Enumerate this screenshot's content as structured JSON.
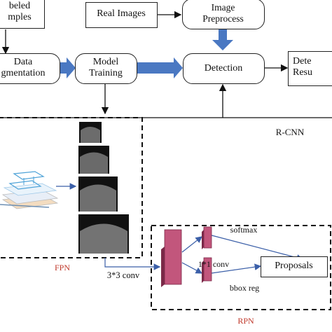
{
  "nodes": {
    "labeled_samples": {
      "line1": "beled",
      "line2": "mples"
    },
    "real_images": "Real Images",
    "image_preprocess": {
      "line1": "Image",
      "line2": "Preprocess"
    },
    "data_augmentation": {
      "line1": "Data",
      "line2": "gmentation"
    },
    "model_training": {
      "line1": "Model",
      "line2": "Training"
    },
    "detection": "Detection",
    "detection_result": {
      "line1": "Dete",
      "line2": "Resu"
    },
    "proposals": "Proposals"
  },
  "labels": {
    "rcnn": "R-CNN",
    "fpn": "FPN",
    "rpn": "RPN",
    "conv33": "3*3 conv",
    "conv11": "1*1 conv",
    "softmax": "softmax",
    "bbox_reg": "bbox reg"
  },
  "colors": {
    "fat_arrow": "#4a78c2",
    "rpn_block": "#c2567c",
    "rpn_block_dark": "#7a2948",
    "red_label": "#c0392b"
  }
}
